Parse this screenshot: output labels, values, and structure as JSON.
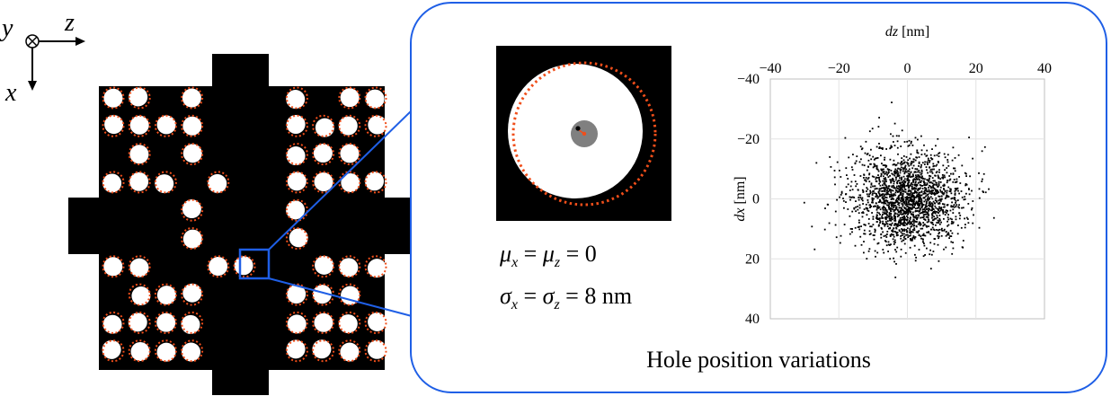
{
  "axes_indicator": {
    "y_label": "y",
    "z_label": "z",
    "x_label": "x",
    "into_page_icon": "circle-cross-icon"
  },
  "lattice": {
    "hole_rows": [
      [
        1,
        1,
        0,
        1,
        0,
        0,
        0,
        1,
        0,
        1,
        1
      ],
      [
        1,
        1,
        1,
        1,
        0,
        0,
        0,
        1,
        1,
        1,
        1
      ],
      [
        0,
        1,
        0,
        1,
        0,
        0,
        0,
        1,
        1,
        1,
        0
      ],
      [
        1,
        1,
        1,
        0,
        1,
        0,
        0,
        1,
        1,
        1,
        1
      ],
      [
        0,
        0,
        0,
        1,
        0,
        0,
        0,
        1,
        0,
        0,
        0
      ],
      [
        0,
        0,
        0,
        1,
        0,
        0,
        0,
        1,
        0,
        0,
        0
      ],
      [
        1,
        1,
        0,
        0,
        1,
        1,
        0,
        0,
        1,
        1,
        1
      ],
      [
        0,
        1,
        1,
        1,
        0,
        0,
        0,
        1,
        1,
        1,
        0
      ],
      [
        1,
        1,
        1,
        1,
        0,
        0,
        0,
        1,
        1,
        1,
        1
      ],
      [
        1,
        1,
        1,
        1,
        0,
        0,
        0,
        1,
        1,
        1,
        1
      ]
    ],
    "hole_color": "#ffffff",
    "background_color": "#000000",
    "ideal_position_color": "#f04e1a"
  },
  "zoom_panel": {
    "border_color": "#1f5fe6",
    "eq1": {
      "mu": "μ",
      "sub_x": "x",
      "eq_a": " = ",
      "sub_z": "z",
      "eq_b": " = 0"
    },
    "eq2": {
      "sigma": "σ",
      "sub_x": "x",
      "eq_a": " = ",
      "sub_z": "z",
      "eq_b": " = 8 nm"
    },
    "caption": "Hole position variations"
  },
  "chart_data": {
    "type": "scatter",
    "title": "",
    "xlabel_var": "dz",
    "xlabel_unit": " [nm]",
    "ylabel_var": "dx",
    "ylabel_unit": " [nm]",
    "x_ticks": [
      "−40",
      "−20",
      "0",
      "20",
      "40"
    ],
    "y_ticks": [
      "−40",
      "−20",
      "0",
      "20",
      "40"
    ],
    "xlim": [
      -40,
      40
    ],
    "ylim": [
      -40,
      40
    ],
    "y_inverted": true,
    "x_axis_position": "top",
    "grid": true,
    "point_color": "#000000",
    "n_points": 2000,
    "mean_x": 0,
    "mean_z": 0,
    "sigma_x": 8,
    "sigma_z": 8
  }
}
